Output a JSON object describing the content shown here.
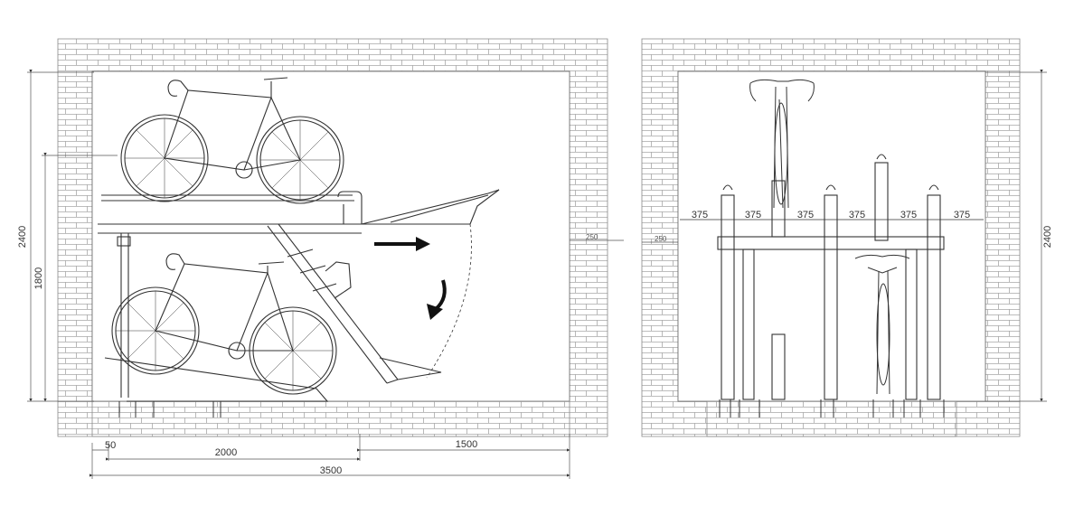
{
  "colors": {
    "line": "#333333",
    "brick": "#9a9a9a",
    "arrow": "#111111"
  },
  "side_view": {
    "dimensions": {
      "height_total": "2400",
      "height_lower": "1800",
      "offset_left": "50",
      "depth_rack": "2000",
      "pull_out": "1500",
      "total_length": "3500",
      "ceiling_gap": "250"
    }
  },
  "front_view": {
    "dimensions": {
      "spacing": [
        "375",
        "375",
        "375",
        "375",
        "375",
        "375"
      ],
      "offset_left": "250",
      "height_total": "2400"
    }
  }
}
